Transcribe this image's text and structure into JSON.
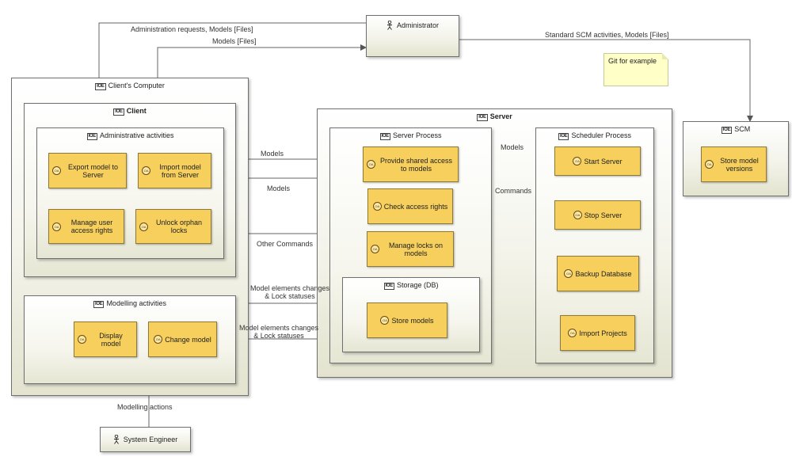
{
  "actors": {
    "administrator": "Administrator",
    "system_engineer": "System Engineer"
  },
  "stereotype": "IOE",
  "action_icon": "OA",
  "nodes": {
    "clients_computer": "Client's Computer",
    "client": "Client",
    "admin_activities": "Administrative activities",
    "modelling_activities": "Modelling activities",
    "server": "Server",
    "server_process": "Server Process",
    "storage": "Storage (DB)",
    "scheduler_process": "Scheduler Process",
    "scm": "SCM"
  },
  "actions": {
    "export_model": "Export model to Server",
    "import_model": "Import model from Server",
    "manage_user": "Manage user access rights",
    "unlock_orphan": "Unlock orphan locks",
    "display_model": "Display model",
    "change_model": "Change model",
    "provide_shared": "Provide shared access to models",
    "check_access": "Check access rights",
    "manage_locks": "Manage locks on models",
    "store_models": "Store models",
    "start_server": "Start Server",
    "stop_server": "Stop Server",
    "backup_db": "Backup Database",
    "import_projects": "Import Projects",
    "store_versions": "Store model versions"
  },
  "note": "Git for example",
  "flows": {
    "admin_requests": "Administration requests, Models [Files]",
    "models_files": "Models [Files]",
    "standard_scm": "Standard SCM activities, Models [Files]",
    "models_in": "Models",
    "models_out": "Models",
    "other_commands": "Other Commands",
    "mec_in_1": "Model elements changes",
    "mec_in_2": "& Lock statuses",
    "mec_out_1": "Model elements changes",
    "mec_out_2": "& Lock statuses",
    "models_sched": "Models",
    "commands_sched": "Commands",
    "modelling_actions": "Modelling actions"
  },
  "colors": {
    "action_fill": "#f6cf5d",
    "note_fill": "#ffffc8",
    "line": "#555555"
  }
}
